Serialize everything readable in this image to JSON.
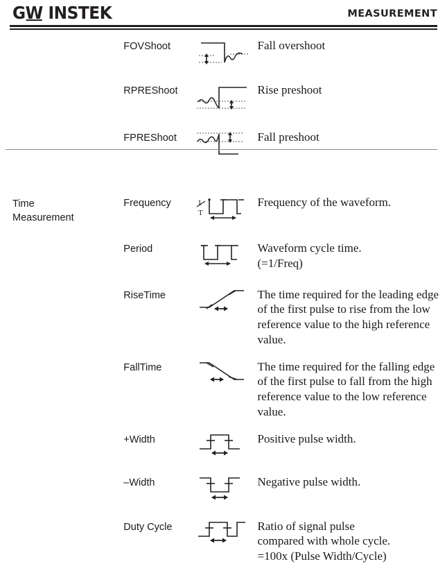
{
  "header": {
    "brand_left": "G",
    "brand_w": "W",
    "brand_right": "INSTEK",
    "section_title": "MEASUREMENT"
  },
  "sections": [
    {
      "category": "",
      "rows": [
        {
          "name": "FOVShoot",
          "icon": "fall-overshoot-waveform",
          "description": "Fall overshoot"
        },
        {
          "name": "RPREShoot",
          "icon": "rise-preshoot-waveform",
          "description": "Rise preshoot"
        },
        {
          "name": "FPREShoot",
          "icon": "fall-preshoot-waveform",
          "description": "Fall preshoot"
        }
      ]
    },
    {
      "category": "Time Measurement",
      "category_line1": "Time",
      "category_line2": "Measurement",
      "rows": [
        {
          "name": "Frequency",
          "icon": "frequency-waveform",
          "description": "Frequency of the waveform."
        },
        {
          "name": "Period",
          "icon": "period-waveform",
          "description": "Waveform cycle time. (=1/Freq)",
          "description_lines": [
            "Waveform cycle time.",
            "(=1/Freq)"
          ]
        },
        {
          "name": "RiseTime",
          "icon": "rise-time-waveform",
          "description": "The time required for the leading edge of the first pulse to rise from the low reference value to the high reference value."
        },
        {
          "name": "FallTime",
          "icon": "fall-time-waveform",
          "description": "The time required for the falling edge of the first pulse to fall from the high reference value to the low reference value."
        },
        {
          "name": "+Width",
          "icon": "positive-width-waveform",
          "description": "Positive pulse width."
        },
        {
          "name": "–Width",
          "icon": "negative-width-waveform",
          "description": "Negative pulse width."
        },
        {
          "name": "Duty Cycle",
          "icon": "duty-cycle-waveform",
          "description": "Ratio of signal pulse compared with whole cycle. =100x (Pulse Width/Cycle)",
          "description_lines": [
            "Ratio of signal pulse",
            "compared with whole cycle.",
            "=100x (Pulse Width/Cycle)"
          ]
        }
      ]
    }
  ],
  "colors": {
    "ink": "#1a1a1a",
    "rule": "#231f20",
    "separator": "#8a8a8a"
  }
}
